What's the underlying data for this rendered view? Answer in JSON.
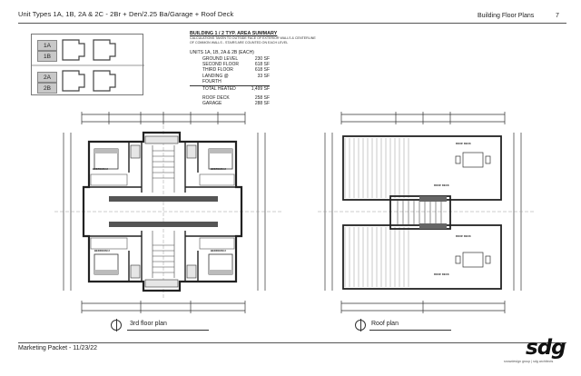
{
  "header": {
    "title": "Unit Types 1A, 1B, 2A & 2C  -  2Br + Den/2.25 Ba/Garage + Roof Deck",
    "section": "Building  Floor Plans",
    "page_number": "7"
  },
  "key_plan": {
    "unit_top_a": "1A",
    "unit_top_b": "1B",
    "unit_bottom_a": "2A",
    "unit_bottom_b": "2B"
  },
  "area_summary": {
    "title": "BUILDING 1 / 2 TYP. AREA SUMMARY",
    "note": "CALCULATIONS TAKEN TO OUTSIDE FACE OF EXTERIOR WALLS & CENTERLINE OF COMMON WALLS - STAIRS ARE COUNTED ON EACH LEVEL",
    "units_heading": "UNITS 1A, 1B, 2A & 2B (EACH)",
    "rows": [
      {
        "label": "GROUND LEVEL",
        "value": "230 SF"
      },
      {
        "label": "SECOND FLOOR",
        "value": "618 SF"
      },
      {
        "label": "THIRD FLOOR",
        "value": "618 SF"
      },
      {
        "label": "LANDING @ FOURTH",
        "value": "33 SF"
      },
      {
        "label": "TOTAL HEATED",
        "value": "1,499 SF"
      }
    ],
    "extra_rows": [
      {
        "label": "ROOF DECK",
        "value": "258 SF"
      },
      {
        "label": "GARAGE",
        "value": "288 SF"
      }
    ]
  },
  "plans": {
    "left_caption": "3rd floor plan",
    "right_caption": "Roof plan",
    "room_labels": {
      "bedroom_nw": "BEDROOM 2",
      "bedroom_ne": "BEDROOM 2",
      "bedroom_sw": "BEDROOM 2",
      "bedroom_se": "BEDROOM 2",
      "roof_deck_top": "ROOF DECK",
      "roof_deck_mid": "ROOF DECK",
      "roof_deck_right": "ROOF DECK",
      "roof_deck_bottom": "ROOF DECK"
    }
  },
  "footer": {
    "left": "Marketing Packet - 11/23/22",
    "logo": "sdg",
    "logo_sub": "snowdesign group  |  sdg  architects"
  }
}
